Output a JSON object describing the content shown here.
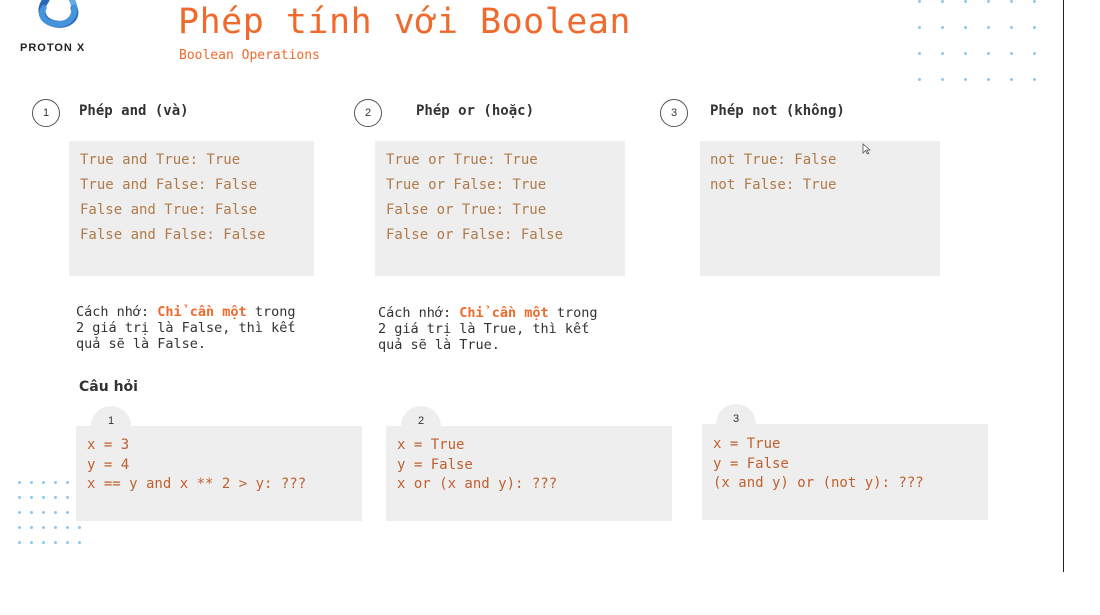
{
  "brand": {
    "name": "PROTON X"
  },
  "header": {
    "title": "Phép tính với Boolean",
    "subtitle": "Boolean Operations"
  },
  "sections": [
    {
      "number": "1",
      "heading": "Phép and (và)",
      "lines": [
        "True and True: True",
        "True and False: False",
        "False and True: False",
        "False and False: False"
      ],
      "tip": {
        "prefix": "Cách nhớ: ",
        "highlight": "Chỉ cần một",
        "line1_rest": " trong",
        "line2": "2 giá trị là False, thì kết",
        "line3": "quả sẽ là False."
      }
    },
    {
      "number": "2",
      "heading": "Phép or (hoặc)",
      "lines": [
        "True or True: True",
        "True or False: True",
        "False or True: True",
        "False or False: False"
      ],
      "tip": {
        "prefix": "Cách nhớ: ",
        "highlight": "Chỉ cần một",
        "line1_rest": " trong",
        "line2": "2 giá trị là True, thì kết",
        "line3": "quả sẽ là True."
      }
    },
    {
      "number": "3",
      "heading": "Phép not (không)",
      "lines": [
        "not True: False",
        "not False: True"
      ]
    }
  ],
  "questions": {
    "title": "Câu hỏi",
    "items": [
      {
        "number": "1",
        "lines": [
          "x = 3",
          "y = 4",
          "x == y and x ** 2 > y: ???"
        ]
      },
      {
        "number": "2",
        "lines": [
          "x = True",
          "y = False",
          "x or (x and y): ???"
        ]
      },
      {
        "number": "3",
        "lines": [
          "x = True",
          "y = False",
          "(x and y) or (not y): ???"
        ]
      }
    ]
  },
  "colors": {
    "accent": "#ef6a2c",
    "box_bg": "#eeeeee",
    "code_text": "#b07a4a",
    "dots": "#8fc9ee"
  }
}
